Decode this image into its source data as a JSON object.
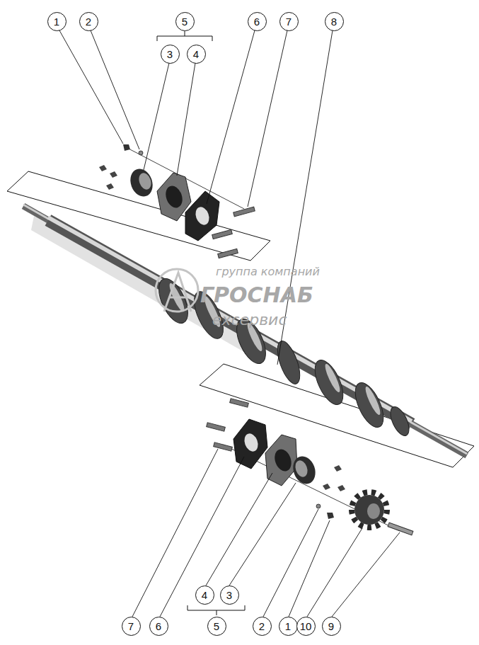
{
  "diagram": {
    "nodes": [
      {
        "text": [
          "1"
        ]
      },
      {
        "text": [
          "2"
        ]
      },
      {
        "text": [
          "5"
        ]
      },
      {
        "text": [
          "6"
        ]
      },
      {
        "text": [
          "7"
        ]
      },
      {
        "text": [
          "8"
        ]
      },
      {
        "text": [
          "3"
        ]
      },
      {
        "text": [
          "4"
        ]
      },
      {
        "text": [
          "4"
        ]
      },
      {
        "text": [
          "3"
        ]
      },
      {
        "text": [
          "7"
        ]
      },
      {
        "text": [
          "6"
        ]
      },
      {
        "text": [
          "5"
        ]
      },
      {
        "text": [
          "2"
        ]
      },
      {
        "text": [
          "1"
        ]
      },
      {
        "text": [
          "10"
        ]
      },
      {
        "text": [
          "9"
        ]
      }
    ],
    "labels": [
      "группа компаний",
      "ГРОСНАБ",
      "ехсервис"
    ]
  }
}
